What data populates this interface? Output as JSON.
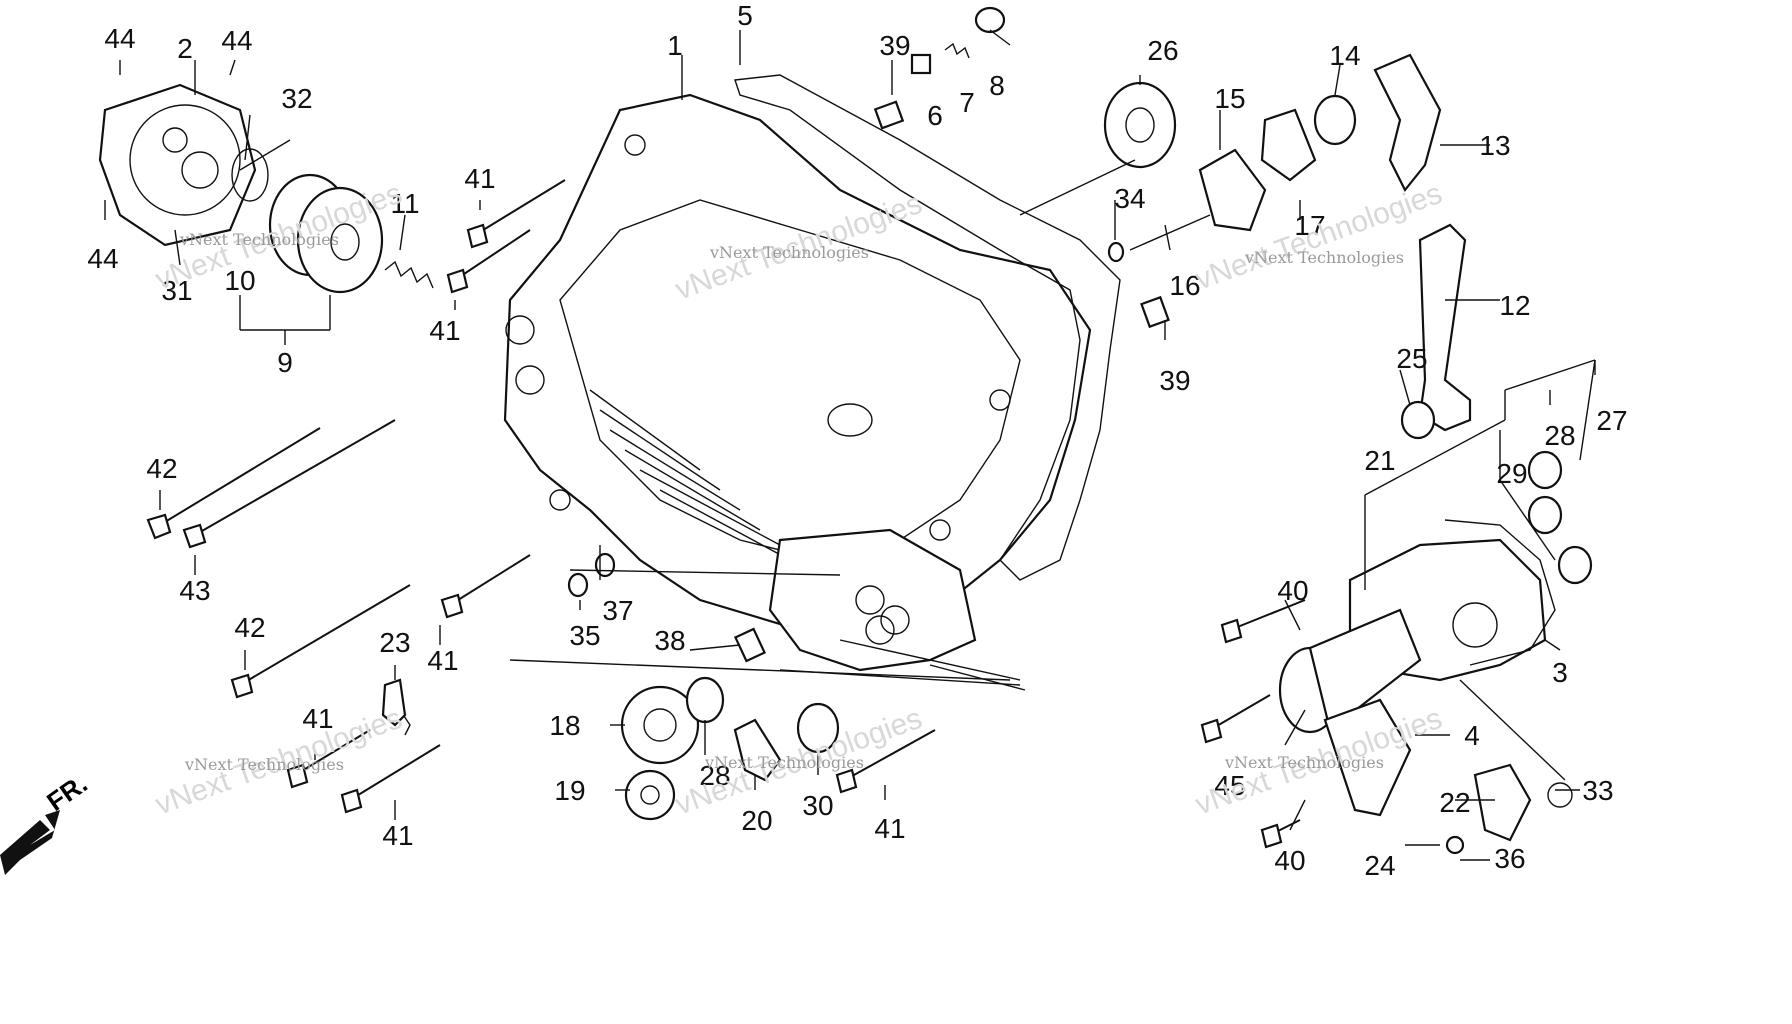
{
  "callouts": {
    "c1": "1",
    "c2": "2",
    "c3": "3",
    "c4": "4",
    "c5": "5",
    "c6": "6",
    "c7": "7",
    "c8": "8",
    "c9": "9",
    "c10": "10",
    "c11": "11",
    "c12": "12",
    "c13": "13",
    "c14": "14",
    "c15": "15",
    "c16": "16",
    "c17": "17",
    "c18": "18",
    "c19": "19",
    "c20": "20",
    "c21": "21",
    "c22": "22",
    "c23": "23",
    "c24": "24",
    "c25": "25",
    "c26": "26",
    "c27": "27",
    "c28a": "28",
    "c28b": "28",
    "c29": "29",
    "c30": "30",
    "c31": "31",
    "c32": "32",
    "c33": "33",
    "c34": "34",
    "c35": "35",
    "c36": "36",
    "c37": "37",
    "c38": "38",
    "c39a": "39",
    "c39b": "39",
    "c40a": "40",
    "c40b": "40",
    "c41a": "41",
    "c41b": "41",
    "c41c": "41",
    "c41d": "41",
    "c41e": "41",
    "c41f": "41",
    "c42a": "42",
    "c42b": "42",
    "c43": "43",
    "c44a": "44",
    "c44b": "44",
    "c44c": "44",
    "c45": "45"
  },
  "direction_label": "FR.",
  "watermark": {
    "big": "vNext Technologies",
    "small": "vNext Technologies"
  }
}
